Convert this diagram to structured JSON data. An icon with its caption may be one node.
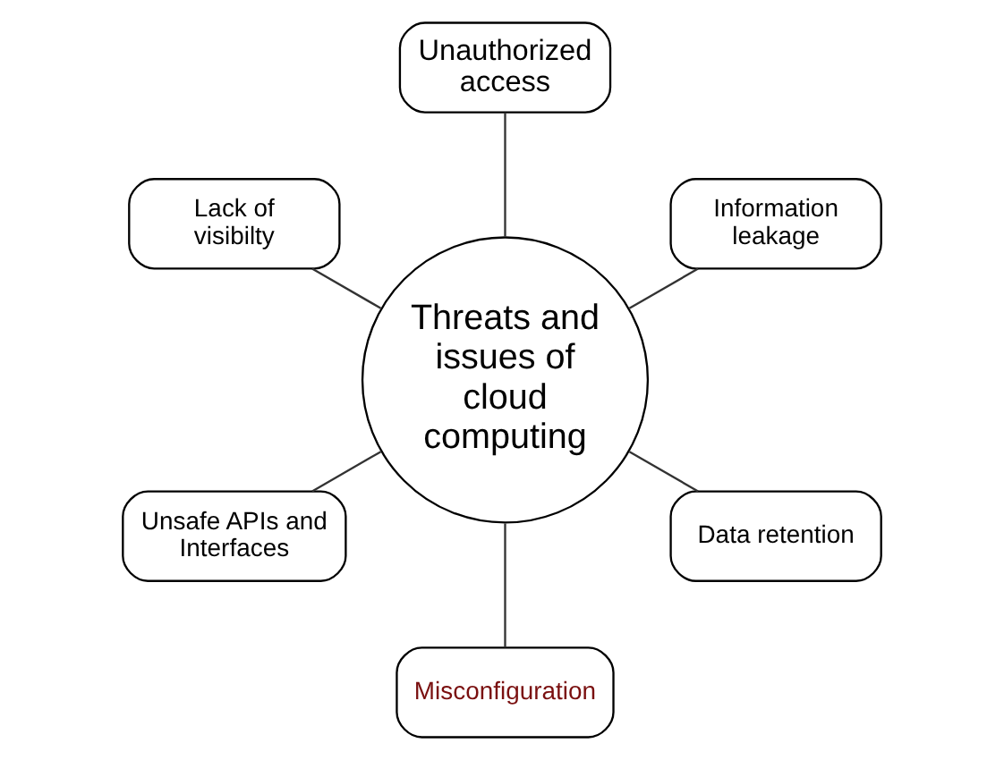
{
  "diagram": {
    "nodes": [
      {
        "text": [
          "Threats and issues of cloud computing"
        ]
      },
      {
        "text": [
          "Information leakage"
        ]
      },
      {
        "text": [
          "Unauthorized access"
        ]
      },
      {
        "text": [
          "Lack of visibilty"
        ]
      },
      {
        "text": [
          "Unsafe APIs and Interfaces"
        ]
      },
      {
        "text": [
          "Misconfiguration"
        ]
      },
      {
        "text": [
          "Data retention"
        ]
      }
    ],
    "edges": [
      {
        "from": 0,
        "to": 1,
        "arrow": "none"
      },
      {
        "from": 0,
        "to": 2,
        "arrow": "none"
      },
      {
        "from": 0,
        "to": 3,
        "arrow": "none"
      },
      {
        "from": 0,
        "to": 4,
        "arrow": "none"
      },
      {
        "from": 0,
        "to": 5,
        "arrow": "none"
      },
      {
        "from": 0,
        "to": 6,
        "arrow": "none"
      }
    ]
  }
}
